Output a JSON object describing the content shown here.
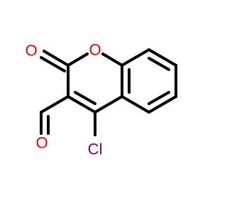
{
  "molecule": {
    "atoms": {
      "carbonyl_oxygen": {
        "symbol": "O",
        "color": "#ff0000"
      },
      "ring_oxygen": {
        "symbol": "O",
        "color": "#ff0000"
      },
      "aldehyde_oxygen": {
        "symbol": "O",
        "color": "#ff0000"
      },
      "chlorine": {
        "symbol": "Cl",
        "color": "#800080"
      }
    },
    "bond_color": "#000000",
    "background": "#ffffff"
  }
}
